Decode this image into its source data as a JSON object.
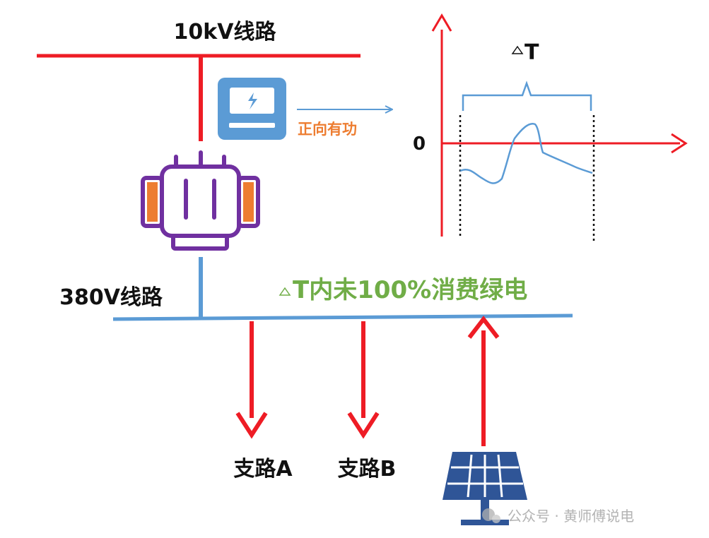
{
  "labels": {
    "hv_line": "10kV线路",
    "lv_line": "380V线路",
    "meter_flow": "正向有功",
    "delta_top": "T",
    "zero": "0",
    "green_statement": "T内未100%消费绿电",
    "branch_a": "支路A",
    "branch_b": "支路B",
    "watermark": "公众号 · 黄师傅说电"
  },
  "colors": {
    "red": "#ee1c25",
    "blue": "#5b9bd5",
    "purple": "#7030a0",
    "orange": "#ed7d31",
    "green": "#70ad47",
    "navy": "#2f5597",
    "text": "#111111",
    "watermark": "#9a9a9a"
  },
  "icons": [
    "electricity-meter-icon",
    "transformer-icon",
    "solar-panel-icon"
  ]
}
